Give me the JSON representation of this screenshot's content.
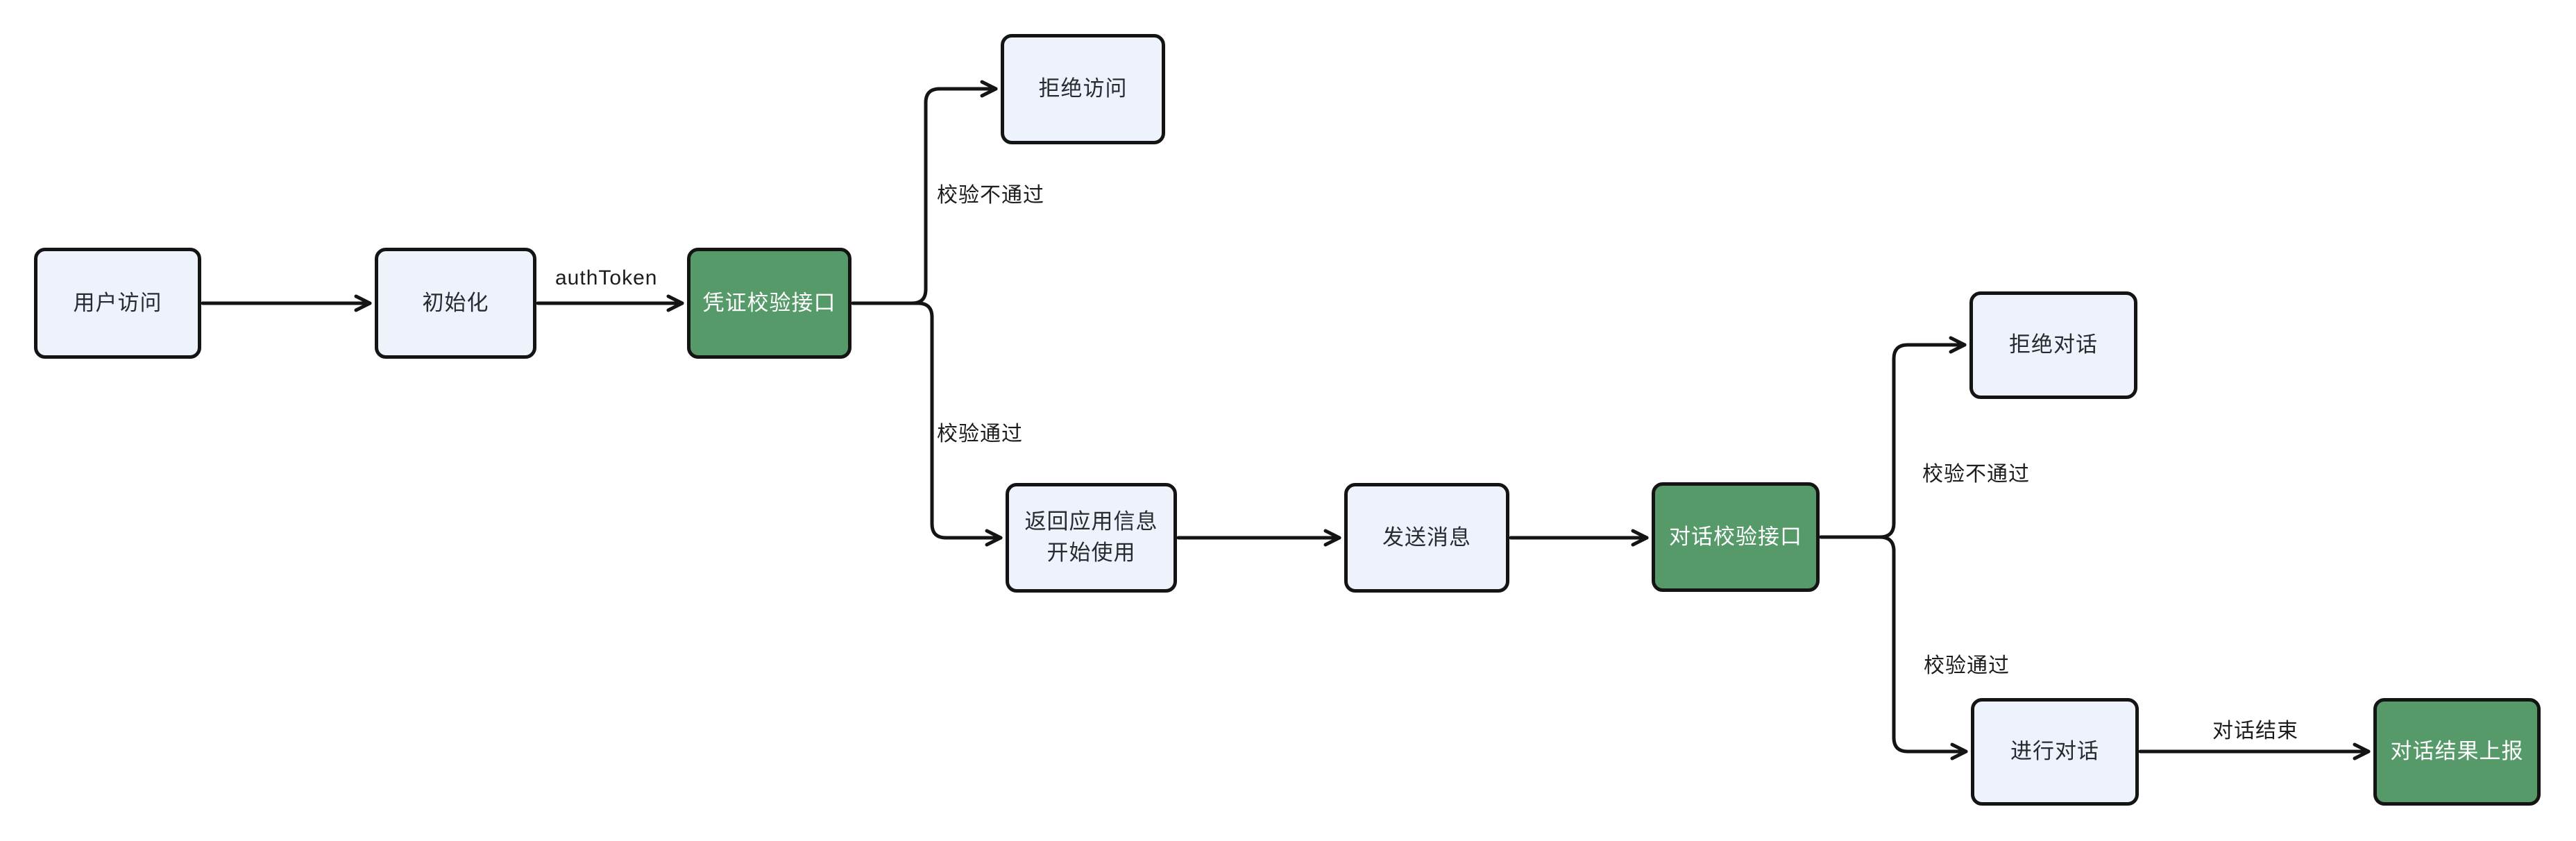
{
  "diagram": {
    "type": "flowchart",
    "background": "#ffffff",
    "colors": {
      "node_fill": "#EDF2FB",
      "node_border": "#141414",
      "node_text": "#262A31",
      "green_node_fill": "#569A6A",
      "green_node_text": "#FFFFFF",
      "edge_line": "#141414",
      "edge_label_text": "#1C1C1E"
    },
    "nodes": [
      {
        "id": "user-access",
        "label": "用户访问",
        "style": "default"
      },
      {
        "id": "init",
        "label": "初始化",
        "style": "default"
      },
      {
        "id": "credential-check-api",
        "label": "凭证校验接口",
        "style": "green"
      },
      {
        "id": "deny-access",
        "label": "拒绝访问",
        "style": "default"
      },
      {
        "id": "return-app-info",
        "label": "返回应用信息",
        "label_line2": "开始使用",
        "style": "default"
      },
      {
        "id": "send-message",
        "label": "发送消息",
        "style": "default"
      },
      {
        "id": "dialog-check-api",
        "label": "对话校验接口",
        "style": "green"
      },
      {
        "id": "deny-dialog",
        "label": "拒绝对话",
        "style": "default"
      },
      {
        "id": "do-dialog",
        "label": "进行对话",
        "style": "default"
      },
      {
        "id": "report-dialog-result",
        "label": "对话结果上报",
        "style": "green"
      }
    ],
    "edges": [
      {
        "from": "user-access",
        "to": "init",
        "label": ""
      },
      {
        "from": "init",
        "to": "credential-check-api",
        "label": "authToken"
      },
      {
        "from": "credential-check-api",
        "to": "deny-access",
        "label": "校验不通过"
      },
      {
        "from": "credential-check-api",
        "to": "return-app-info",
        "label": "校验通过"
      },
      {
        "from": "return-app-info",
        "to": "send-message",
        "label": ""
      },
      {
        "from": "send-message",
        "to": "dialog-check-api",
        "label": ""
      },
      {
        "from": "dialog-check-api",
        "to": "deny-dialog",
        "label": "校验不通过"
      },
      {
        "from": "dialog-check-api",
        "to": "do-dialog",
        "label": "校验通过"
      },
      {
        "from": "do-dialog",
        "to": "report-dialog-result",
        "label": "对话结束"
      }
    ]
  }
}
